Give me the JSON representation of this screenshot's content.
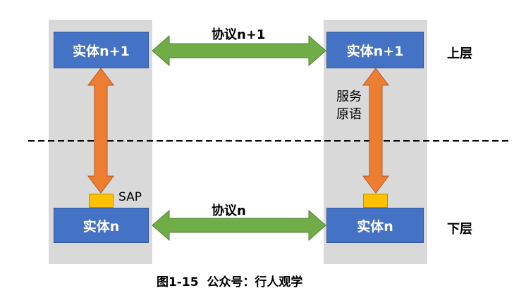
{
  "colors": {
    "column_bg": "#d9d9d9",
    "entity_fill": "#4472c4",
    "protocol_arrow": "#70ad47",
    "service_arrow": "#ed7d31",
    "sap_fill": "#ffc000"
  },
  "entities": {
    "left_upper": "实体n+1",
    "right_upper": "实体n+1",
    "left_lower": "实体n",
    "right_lower": "实体n"
  },
  "protocols": {
    "upper": "协议n+1",
    "lower": "协议n"
  },
  "layers": {
    "upper": "上层",
    "lower": "下层"
  },
  "service_primitive": {
    "line1": "服务",
    "line2": "原语"
  },
  "sap_label": "SAP",
  "caption": "图1-15  公众号：行人观学"
}
